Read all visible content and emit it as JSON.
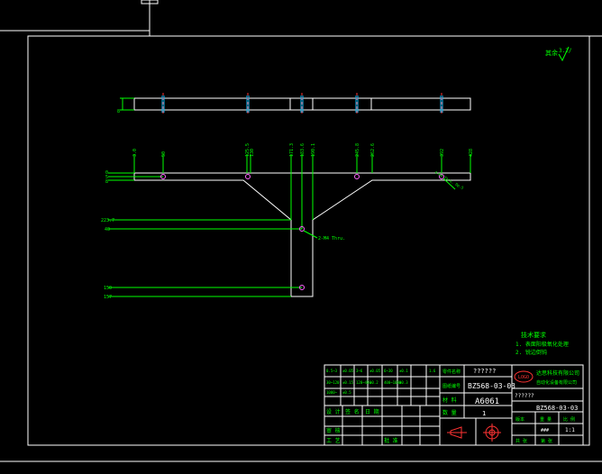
{
  "roughness": {
    "label": "其余",
    "value": "3.2/"
  },
  "dimensions": {
    "top_row": [
      "3.0",
      "50",
      "125.5",
      "130",
      "171.3",
      "183.6",
      "190.1",
      "245.8",
      "262.6",
      "392",
      "428"
    ],
    "left_col": [
      "0",
      "5",
      "8",
      "10",
      "223.7",
      "40",
      "150",
      "157"
    ],
    "hole_note": "2-M4 Thru.",
    "side_note": "4-M4 Thru. Dp.5",
    "bar_height": "8"
  },
  "tech_req": {
    "title": "技术要求",
    "items": [
      "1. 表面阳极氧化处理",
      "2. 锐边倒钝"
    ]
  },
  "title_block": {
    "name_label": "零件名称",
    "name": "??????",
    "code_label": "图纸编号",
    "code": "BZ568-03-03",
    "material_label": "材 料",
    "material": "A6061",
    "qty_label": "数 量",
    "qty": "1",
    "company": "达思科技有限公司",
    "company_sub": "自动化设备有限公司",
    "name2": "??????",
    "code2": "BZ568-03-03",
    "cols": [
      "版本",
      "重 量",
      "比 例"
    ],
    "scale": "1:1",
    "weight": "###",
    "footer": [
      "共 张",
      "第 张"
    ],
    "sign_rows": [
      "设 计",
      "审 核",
      "工 艺"
    ],
    "sign_cols": [
      "签 名",
      "日 期"
    ],
    "approve": "批 准",
    "tol_table": [
      [
        "0.5~3",
        "±0.05",
        "3~6",
        "±0.05",
        "6~30",
        "±0.1",
        "1.6"
      ],
      [
        "30~120",
        "±0.15",
        "120~400",
        "±0.2",
        "400~1000",
        "±0.3",
        ""
      ],
      [
        "1000~",
        "±0.5",
        "",
        "",
        "",
        "",
        ""
      ]
    ]
  }
}
